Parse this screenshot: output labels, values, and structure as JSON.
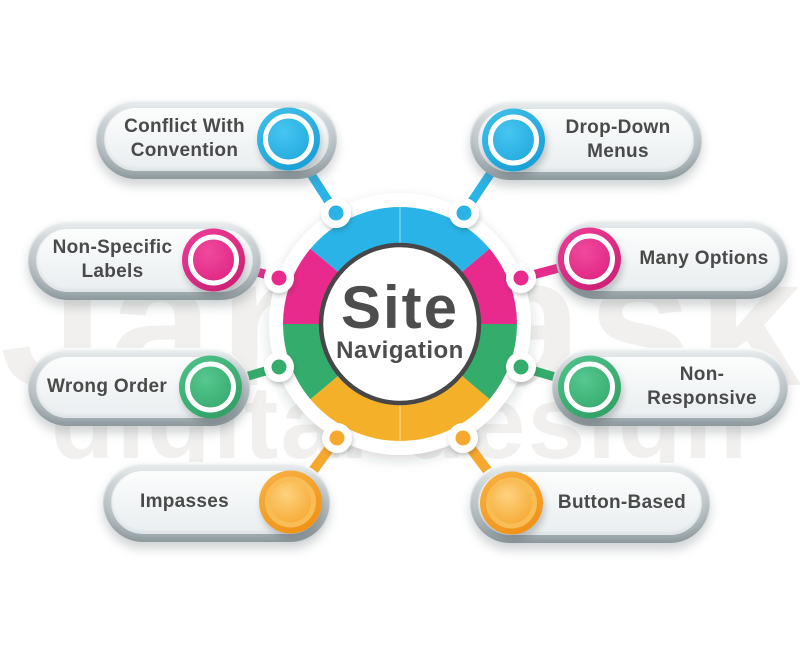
{
  "center": {
    "title": "Site",
    "subtitle": "Navigation"
  },
  "watermark": {
    "line1": "JanBask",
    "line2": "digital design"
  },
  "items": [
    {
      "id": "conflict-with-convention",
      "lines": [
        "Conflict With",
        "Convention"
      ],
      "side": "left",
      "row": 1,
      "color": "blue"
    },
    {
      "id": "drop-down-menus",
      "lines": [
        "Drop-Down",
        "Menus"
      ],
      "side": "right",
      "row": 1,
      "color": "blue"
    },
    {
      "id": "non-specific-labels",
      "lines": [
        "Non-Specific",
        "Labels"
      ],
      "side": "left",
      "row": 2,
      "color": "pink"
    },
    {
      "id": "many-options",
      "lines": [
        "Many Options"
      ],
      "side": "right",
      "row": 2,
      "color": "pink"
    },
    {
      "id": "wrong-order",
      "lines": [
        "Wrong Order"
      ],
      "side": "left",
      "row": 3,
      "color": "green"
    },
    {
      "id": "non-responsive",
      "lines": [
        "Non-Responsive"
      ],
      "side": "right",
      "row": 3,
      "color": "green"
    },
    {
      "id": "impasses",
      "lines": [
        "Impasses"
      ],
      "side": "left",
      "row": 4,
      "color": "orange"
    },
    {
      "id": "button-based",
      "lines": [
        "Button-Based"
      ],
      "side": "right",
      "row": 4,
      "color": "orange"
    }
  ],
  "colors": {
    "blue": "#29B3E6",
    "pink": "#E72A8C",
    "green": "#34AC6C",
    "orange": "#F7A92F",
    "yellow_ring": "#F5B02A",
    "text": "#4A4A4A",
    "ring_border": "#474747",
    "pill_face": "#F1F4F5",
    "pill_edge": "#B3BDC1"
  },
  "wheel": {
    "segments": [
      {
        "color_key": "blue",
        "from_deg": -50,
        "to_deg": 50
      },
      {
        "color_key": "pink",
        "from_deg": 50,
        "to_deg": 90
      },
      {
        "color_key": "green",
        "from_deg": 90,
        "to_deg": 130
      },
      {
        "color_key": "yellow",
        "from_deg": 130,
        "to_deg": 230
      },
      {
        "color_key": "green",
        "from_deg": 230,
        "to_deg": 270
      },
      {
        "color_key": "pink",
        "from_deg": 270,
        "to_deg": 310
      }
    ],
    "node_colors": [
      "blue",
      "blue",
      "pink",
      "pink",
      "green",
      "green",
      "orange",
      "orange"
    ]
  }
}
